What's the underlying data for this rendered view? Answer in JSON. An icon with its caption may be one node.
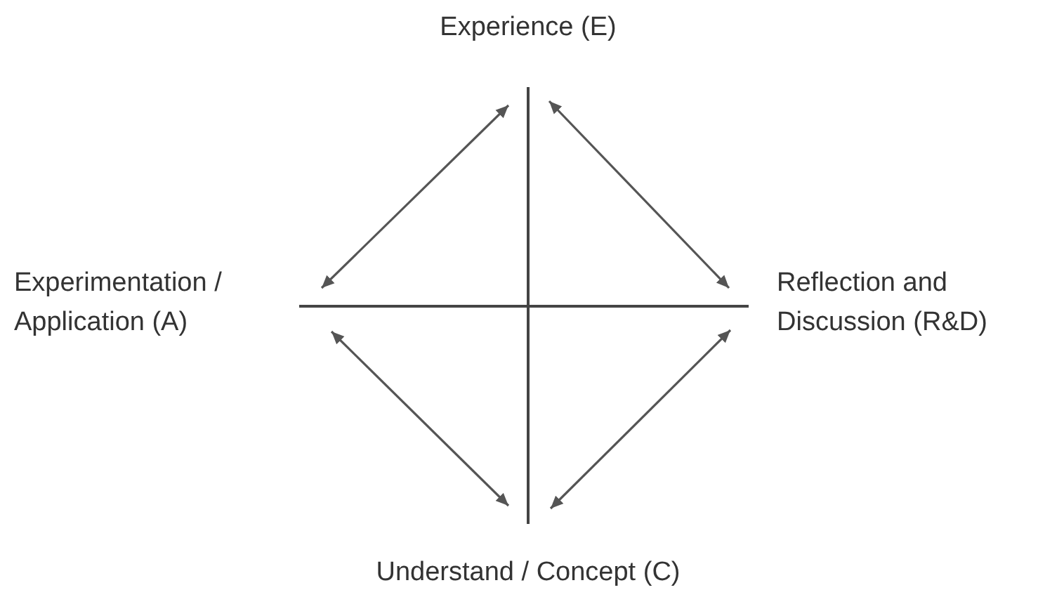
{
  "diagram": {
    "nodes": [
      {
        "text": [
          "Experience (E)"
        ]
      },
      {
        "text": [
          "Experimentation / Application (A)"
        ]
      },
      {
        "text": [
          "Reflection and Discussion (R&D)"
        ]
      },
      {
        "text": [
          "Understand / Concept (C)"
        ]
      }
    ],
    "edges": [
      {
        "from": 0,
        "to": 1,
        "arrow": "both"
      },
      {
        "from": 0,
        "to": 2,
        "arrow": "both"
      },
      {
        "from": 1,
        "to": 3,
        "arrow": "both"
      },
      {
        "from": 2,
        "to": 3,
        "arrow": "both"
      }
    ]
  }
}
